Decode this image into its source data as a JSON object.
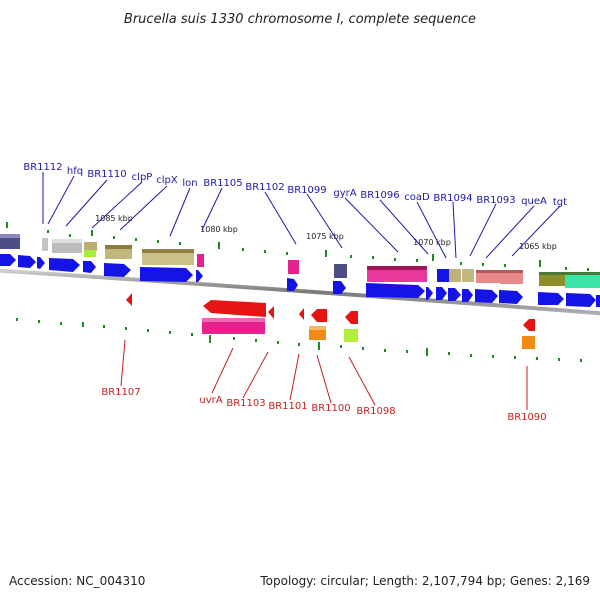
{
  "title": "Brucella suis 1330 chromosome I, complete sequence",
  "footer": {
    "accession": "Accession: NC_004310",
    "topology": "Topology: circular; Length: 2,107,794 bp; Genes: 2,169"
  },
  "colors": {
    "backbone": "#8c8c8c",
    "forward_label": "#1a1aa8",
    "reverse_label": "#c81e1e",
    "tick": "#1f8a1f",
    "cds_forward": "#1414e6",
    "cds_reverse": "#e61414"
  },
  "scale_marks": [
    {
      "label": "1085 kbp"
    },
    {
      "label": "1080 kbp"
    },
    {
      "label": "1075 kbp"
    },
    {
      "label": "1070 kbp"
    },
    {
      "label": "1065 kbp"
    }
  ],
  "forward_genes": [
    {
      "name": "BR1112"
    },
    {
      "name": "hfq"
    },
    {
      "name": "BR1110"
    },
    {
      "name": "clpP"
    },
    {
      "name": "clpX"
    },
    {
      "name": "lon"
    },
    {
      "name": "BR1105"
    },
    {
      "name": "BR1102"
    },
    {
      "name": "BR1099"
    },
    {
      "name": "gyrA"
    },
    {
      "name": "BR1096"
    },
    {
      "name": "coaD"
    },
    {
      "name": "BR1094"
    },
    {
      "name": "BR1093"
    },
    {
      "name": "queA"
    },
    {
      "name": "tgt"
    }
  ],
  "reverse_genes": [
    {
      "name": "BR1107"
    },
    {
      "name": "uvrA"
    },
    {
      "name": "BR1103"
    },
    {
      "name": "BR1101"
    },
    {
      "name": "BR1100"
    },
    {
      "name": "BR1098"
    },
    {
      "name": "BR1090"
    }
  ]
}
